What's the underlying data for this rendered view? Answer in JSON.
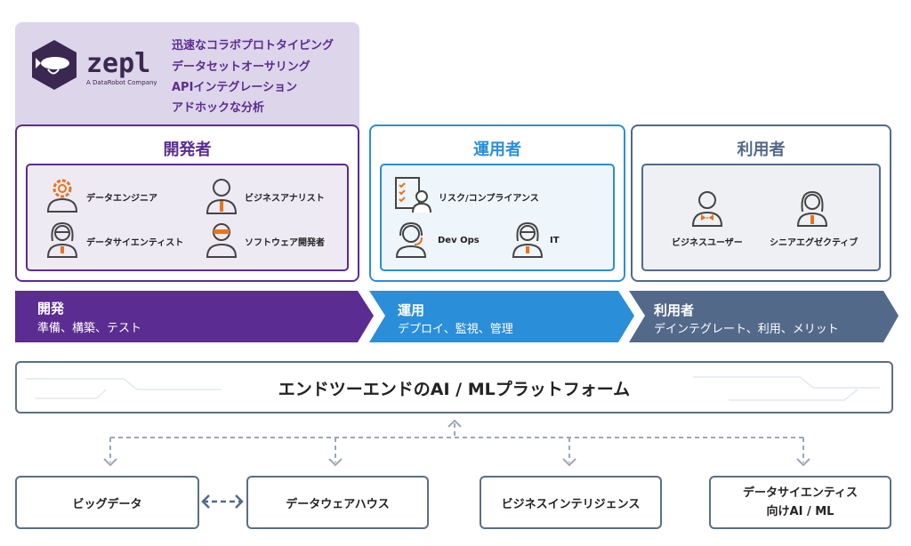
{
  "logo": {
    "name": "zepl",
    "tagline": "A DataRobot Company"
  },
  "features": [
    "迅速なコラボプロトタイピング",
    "データセットオーサリング",
    "APIインテグレーション",
    "アドホックな分析"
  ],
  "panels": {
    "developer": {
      "title": "開発者",
      "roles": [
        "データエンジニア",
        "ビジネスアナリスト",
        "データサイエンティスト",
        "ソフトウェア開発者"
      ]
    },
    "operator": {
      "title": "運用者",
      "roles": [
        "リスク/コンプライアンス",
        "Dev Ops",
        "IT"
      ]
    },
    "consumer": {
      "title": "利用者",
      "roles": [
        "ビジネスユーザー",
        "シニアエグゼクティブ"
      ]
    }
  },
  "stages": [
    {
      "title": "開発",
      "desc": "準備、構築、テスト",
      "color": "#5b2c91"
    },
    {
      "title": "運用",
      "desc": "デプロイ、監視、管理",
      "color": "#2b8ed8"
    },
    {
      "title": "利用者",
      "desc": "デインテグレート、利用、メリット",
      "color": "#53698a"
    }
  ],
  "platform": {
    "label": "エンドツーエンドのAI / MLプラットフォーム"
  },
  "sources": [
    "ビッグデータ",
    "データウェアハウス",
    "ビジネスインテリジェンス",
    "データサイエンティス\n向けAI / ML"
  ],
  "colors": {
    "purple": "#5b2c91",
    "blue": "#2b8ed8",
    "slate": "#53698a",
    "orange": "#e8731e"
  }
}
